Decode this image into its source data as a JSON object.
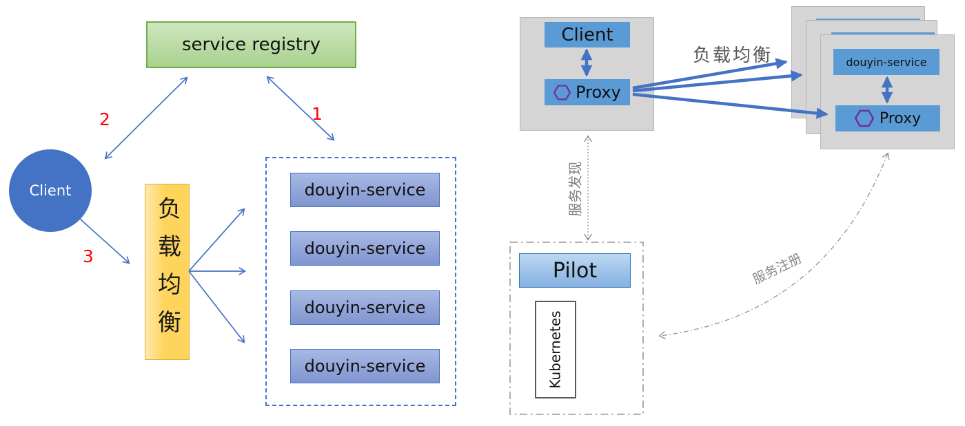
{
  "left": {
    "service_registry": "service registry",
    "client": "Client",
    "load_balancer": "负载均衡",
    "services": [
      "douyin-service",
      "douyin-service",
      "douyin-service",
      "douyin-service"
    ],
    "steps": {
      "s1": "1",
      "s2": "2",
      "s3": "3"
    }
  },
  "right": {
    "client_card": {
      "client": "Client",
      "proxy": "Proxy"
    },
    "service_card": {
      "service": "douyin-service",
      "proxy": "Proxy"
    },
    "pilot_card": {
      "pilot": "Pilot",
      "kubernetes": "Kubernetes"
    },
    "labels": {
      "load_balance": "负载均衡",
      "service_discovery": "服务发现",
      "service_register": "服务注册"
    }
  },
  "icons": {
    "proxy_icon": "hexagon-icon"
  },
  "colors": {
    "accent_blue": "#4472C4",
    "box_blue": "#5B9BD5",
    "periwinkle_fill": "#8FAADC",
    "green_fill": "#A9D18E",
    "green_border": "#71AD47",
    "gold_fill": "#FFD966",
    "gold_border": "#E9A93D",
    "card_gray": "#D5D5D5",
    "hexagon_purple": "#7030A0",
    "step_red": "#FF0000",
    "label_gray": "#808080",
    "pilot_blue": "#9CC3E5"
  }
}
